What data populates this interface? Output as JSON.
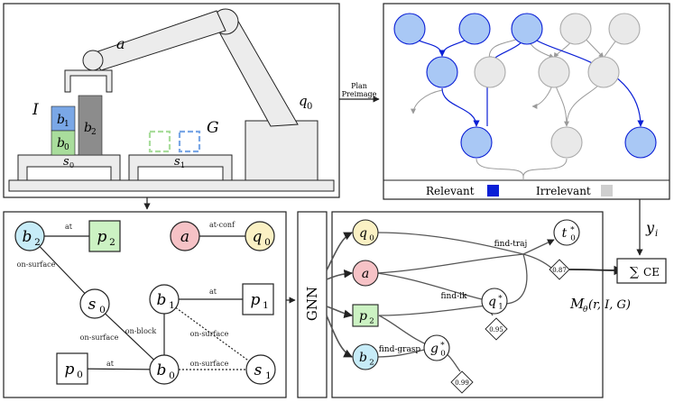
{
  "scene": {
    "robot_label": "a",
    "initial_label": "I",
    "goal_label": "G",
    "conf_label_base": "q",
    "conf_label_sub": "0",
    "blocks": [
      {
        "base": "b",
        "sub": "1",
        "color": "#7aa7e6"
      },
      {
        "base": "b",
        "sub": "0",
        "color": "#a9dd9c"
      },
      {
        "base": "b",
        "sub": "2",
        "color": "#8c8c8c"
      }
    ],
    "surfaces": [
      {
        "base": "s",
        "sub": "0"
      },
      {
        "base": "s",
        "sub": "1"
      }
    ]
  },
  "plan_arrow": {
    "line1": "Plan",
    "line2": "Preimage"
  },
  "legend": {
    "relevant": "Relevant",
    "irrelevant": "Irrelevant",
    "relevant_color": "#0a1fd6",
    "irrelevant_color": "#cfcfcf"
  },
  "graph": {
    "nodes": [
      {
        "id": "b2",
        "base": "b",
        "sub": "2",
        "shape": "circle",
        "fill": "#c7ecf8"
      },
      {
        "id": "p2",
        "base": "p",
        "sub": "2",
        "shape": "square",
        "fill": "#ccf2c3"
      },
      {
        "id": "a",
        "base": "a",
        "sub": "",
        "shape": "circle",
        "fill": "#f6c2c6"
      },
      {
        "id": "q0",
        "base": "q",
        "sub": "0",
        "shape": "circle",
        "fill": "#fbf1c4"
      },
      {
        "id": "s0",
        "base": "s",
        "sub": "0",
        "shape": "circle",
        "fill": "#ffffff"
      },
      {
        "id": "b1",
        "base": "b",
        "sub": "1",
        "shape": "circle",
        "fill": "#ffffff"
      },
      {
        "id": "p1",
        "base": "p",
        "sub": "1",
        "shape": "square",
        "fill": "#ffffff"
      },
      {
        "id": "p0",
        "base": "p",
        "sub": "0",
        "shape": "square",
        "fill": "#ffffff"
      },
      {
        "id": "b0",
        "base": "b",
        "sub": "0",
        "shape": "circle",
        "fill": "#ffffff"
      },
      {
        "id": "s1",
        "base": "s",
        "sub": "1",
        "shape": "circle",
        "fill": "#ffffff"
      }
    ],
    "edges": [
      {
        "from": "b2",
        "to": "p2",
        "label": "at",
        "style": "solid"
      },
      {
        "from": "a",
        "to": "q0",
        "label": "at-conf",
        "style": "solid"
      },
      {
        "from": "b2",
        "to": "s0",
        "label": "on-surface",
        "style": "solid"
      },
      {
        "from": "b1",
        "to": "p1",
        "label": "at",
        "style": "solid"
      },
      {
        "from": "s0",
        "to": "b0",
        "label": "on-surface",
        "style": "solid"
      },
      {
        "from": "b1",
        "to": "b0",
        "label": "on-block",
        "style": "solid"
      },
      {
        "from": "b1",
        "to": "s1",
        "label": "on-surface",
        "style": "dotted"
      },
      {
        "from": "p0",
        "to": "b0",
        "label": "at",
        "style": "solid"
      },
      {
        "from": "b0",
        "to": "s1",
        "label": "on-surface",
        "style": "dotted"
      }
    ]
  },
  "gnn_label": "GNN",
  "output_graph": {
    "nodes": [
      {
        "id": "q0",
        "base": "q",
        "sub": "0",
        "sup": "",
        "shape": "circle",
        "fill": "#fbf1c4"
      },
      {
        "id": "a",
        "base": "a",
        "sub": "",
        "sup": "",
        "shape": "circle",
        "fill": "#f6c2c6"
      },
      {
        "id": "p2",
        "base": "p",
        "sub": "2",
        "sup": "",
        "shape": "square",
        "fill": "#ccf2c3"
      },
      {
        "id": "b2",
        "base": "b",
        "sub": "2",
        "sup": "",
        "shape": "circle",
        "fill": "#c7ecf8"
      },
      {
        "id": "t0",
        "base": "t",
        "sub": "0",
        "sup": "*",
        "shape": "circle",
        "fill": "#ffffff"
      },
      {
        "id": "q1",
        "base": "q",
        "sub": "1",
        "sup": "*",
        "shape": "circle",
        "fill": "#ffffff"
      },
      {
        "id": "g0",
        "base": "g",
        "sub": "0",
        "sup": "*",
        "shape": "circle",
        "fill": "#ffffff"
      }
    ],
    "streams": [
      "find-traj",
      "find-ik",
      "find-grasp"
    ],
    "scores": [
      "0.87",
      "0.95",
      "0.99"
    ]
  },
  "loss": {
    "label": "CE",
    "sigma": "∑"
  },
  "y_label": {
    "base": "y",
    "sub": "i"
  },
  "model_label": {
    "base": "M",
    "sub": "θ",
    "args": "(r, I, G)"
  }
}
